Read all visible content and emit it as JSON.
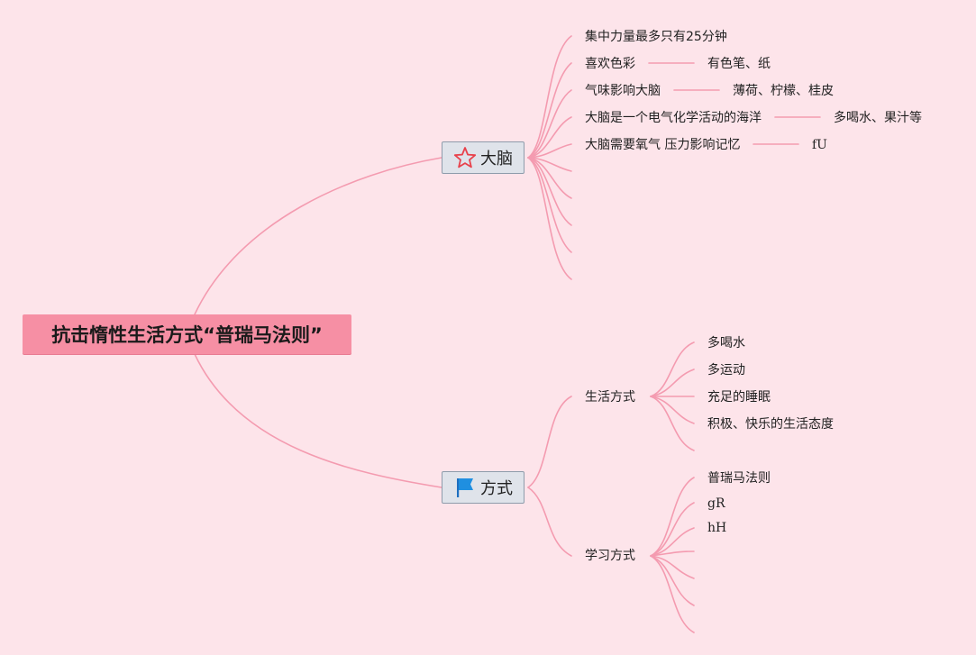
{
  "root": {
    "title": "抗击惰性生活方式“普瑞马法则”"
  },
  "brain": {
    "title": "大脑",
    "icon": "star-icon",
    "children": [
      {
        "label": "集中力量最多只有25分钟",
        "detail": ""
      },
      {
        "label": "喜欢色彩",
        "detail": "有色笔、纸"
      },
      {
        "label": "气味影响大脑",
        "detail": "薄荷、柠檬、桂皮"
      },
      {
        "label": "大脑是一个电气化学活动的海洋",
        "detail": "多喝水、果汁等"
      },
      {
        "label": "大脑需要氧气 压力影响记忆",
        "detail": "fU"
      }
    ]
  },
  "method": {
    "title": "方式",
    "icon": "flag-icon",
    "lifestyle": {
      "label": "生活方式",
      "children": [
        "多喝水",
        "多运动",
        "充足的睡眠",
        "积极、快乐的生活态度"
      ]
    },
    "study": {
      "label": "学习方式",
      "children": [
        "普瑞马法则",
        "gR",
        "hH"
      ]
    }
  },
  "colors": {
    "background": "#fde4ea",
    "root_fill": "#f68fa4",
    "line": "#f49bb0",
    "topic_fill": "#dfe3ea",
    "star": "#e8414b",
    "flag": "#1f8fe0"
  }
}
